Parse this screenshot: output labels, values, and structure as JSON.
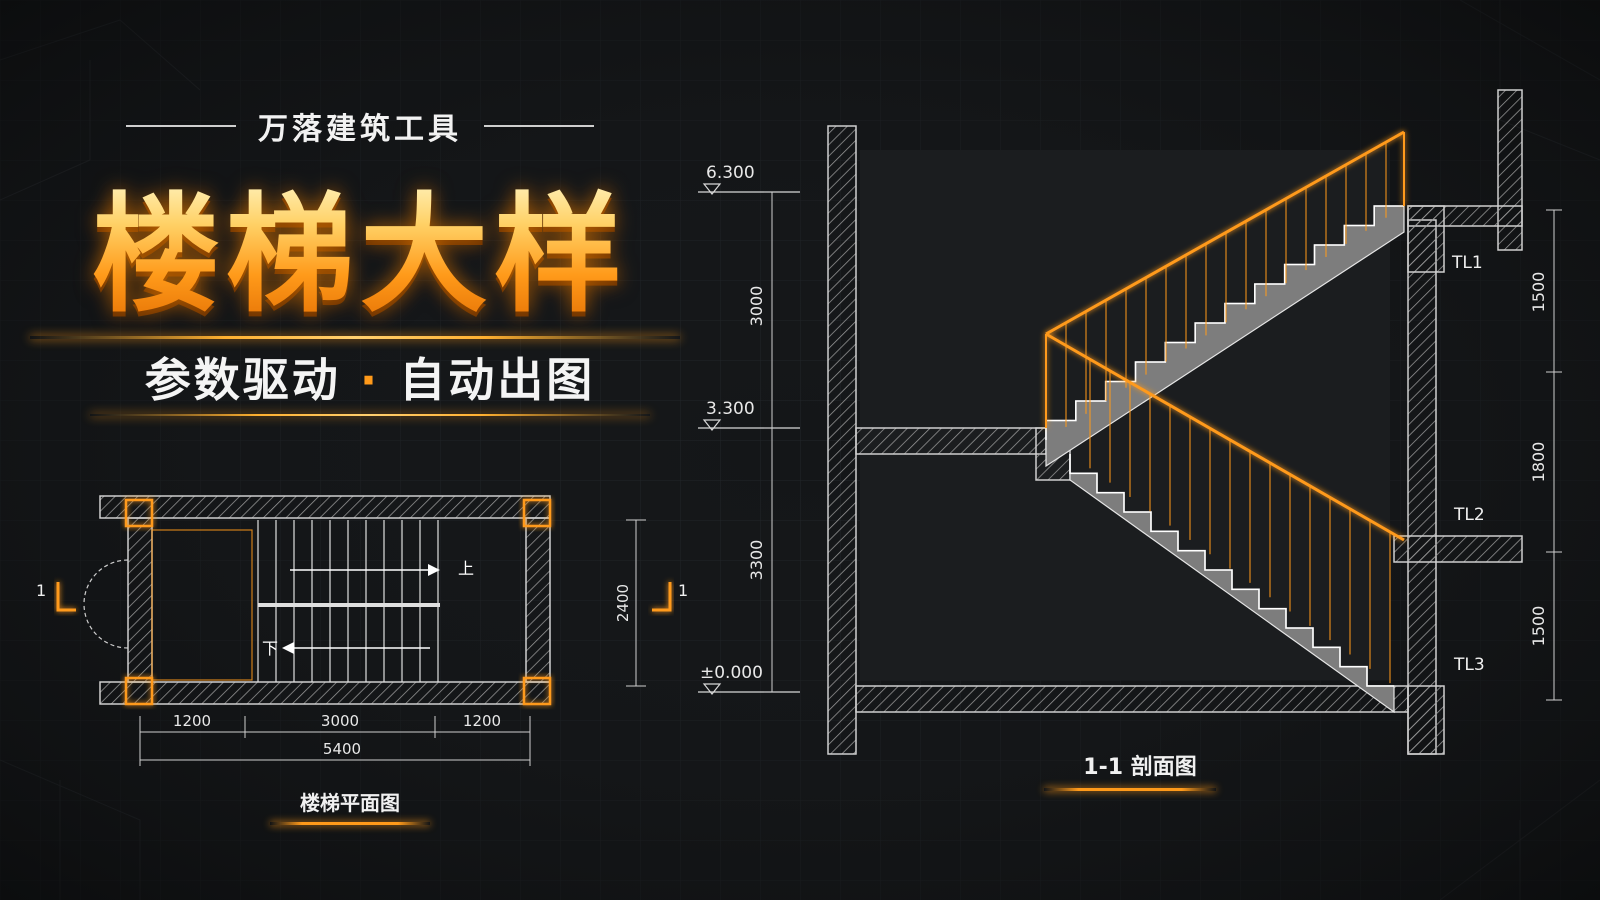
{
  "brand": "万落建筑工具",
  "main_title": "楼梯大样",
  "subtitle": {
    "left": "参数驱动",
    "separator": "·",
    "right": "自动出图"
  },
  "plan": {
    "caption": "楼梯平面图",
    "dims": [
      "1200",
      "3000",
      "1200"
    ],
    "total": "5400",
    "width": "2400",
    "up_label": "上",
    "down_label": "下",
    "section_mark": "1"
  },
  "section": {
    "caption": "1-1 剖面图",
    "levels": [
      "6.300",
      "3.300",
      "±0.000"
    ],
    "left_dims": [
      "3000",
      "3300"
    ],
    "right_dims": [
      "1500",
      "1800",
      "1500"
    ],
    "beams": [
      "TL1",
      "TL2",
      "TL3"
    ]
  },
  "colors": {
    "accent": "#ff9a1a",
    "background": "#141618",
    "concrete": "#8a8a8a",
    "line": "#d8d8d8"
  }
}
